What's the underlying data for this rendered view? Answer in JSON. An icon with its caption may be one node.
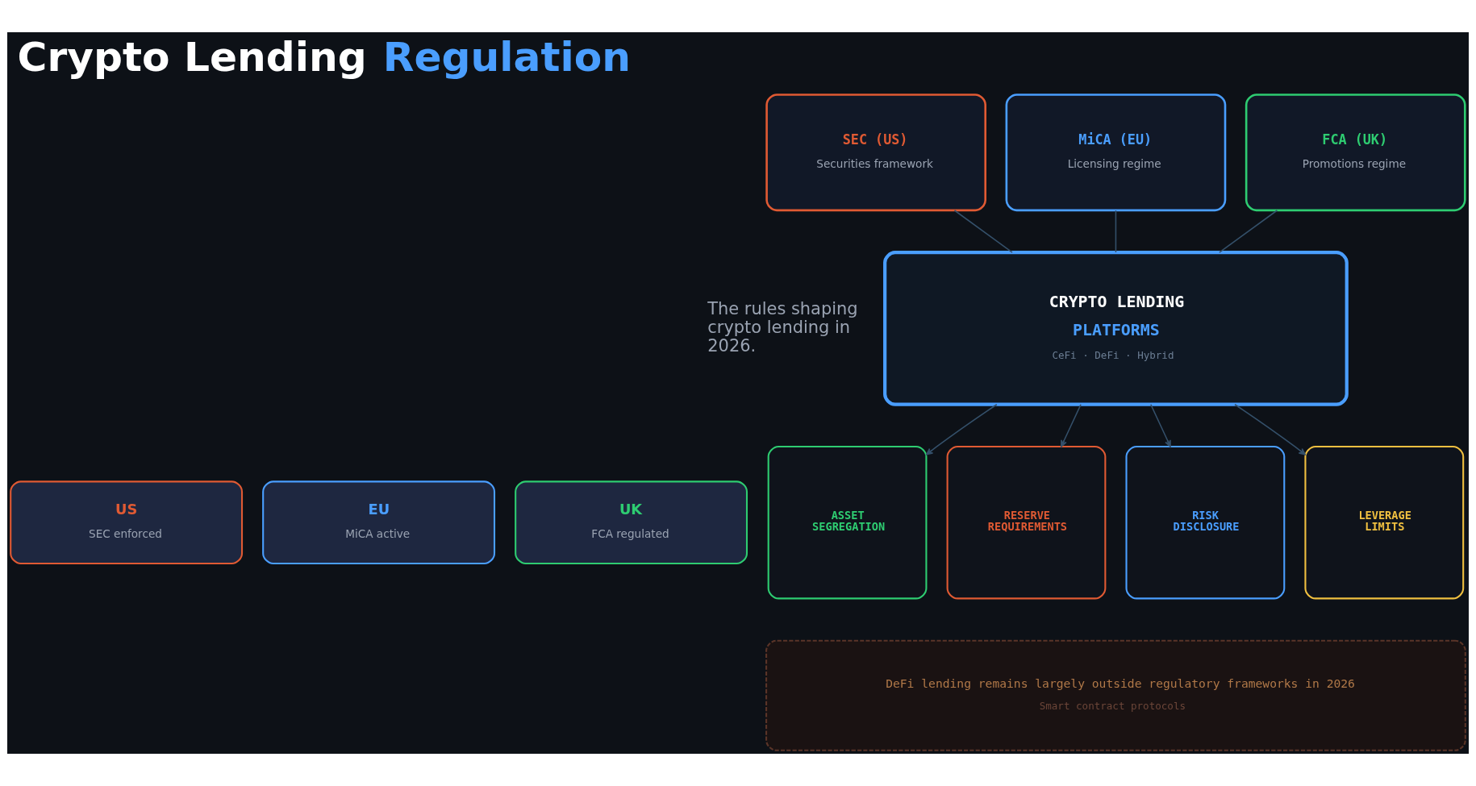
{
  "diagram": {
    "title": "Crypto Lending Regulation",
    "nodes": [
      {
        "text": [
          "US",
          "SEC enforced"
        ]
      },
      {
        "text": [
          "EU",
          "MiCA active"
        ]
      },
      {
        "text": [
          "UK",
          "FCA regulated"
        ]
      },
      {
        "text": [
          "SEC (US)",
          "Securities framework"
        ]
      },
      {
        "text": [
          "MiCA (EU)",
          "Licensing regime"
        ]
      },
      {
        "text": [
          "FCA (UK)",
          "Promotions regime"
        ]
      },
      {
        "text": [
          "CRYPTO LENDING",
          "PLATFORMS",
          "CeFi · DeFi · Hybrid"
        ]
      },
      {
        "text": [
          "ASSET SEGREGATION"
        ]
      },
      {
        "text": [
          "RESERVE REQUIREMENTS"
        ]
      },
      {
        "text": [
          "RISK DISCLOSURE"
        ]
      },
      {
        "text": [
          "LEVERAGE LIMITS"
        ]
      },
      {
        "text": [
          "DeFi lending remains largely outside regulatory frameworks in 2026",
          "Smart contract protocols"
        ]
      }
    ],
    "edges": [
      {
        "from": 3,
        "to": 6,
        "arrow": "none"
      },
      {
        "from": 4,
        "to": 6,
        "arrow": "none"
      },
      {
        "from": 5,
        "to": 6,
        "arrow": "none"
      },
      {
        "from": 6,
        "to": 7,
        "arrow": "to"
      },
      {
        "from": 6,
        "to": 8,
        "arrow": "to"
      },
      {
        "from": 6,
        "to": 9,
        "arrow": "to"
      },
      {
        "from": 6,
        "to": 10,
        "arrow": "to"
      }
    ],
    "labels": [
      "The rules shaping crypto lending in 2026."
    ]
  }
}
